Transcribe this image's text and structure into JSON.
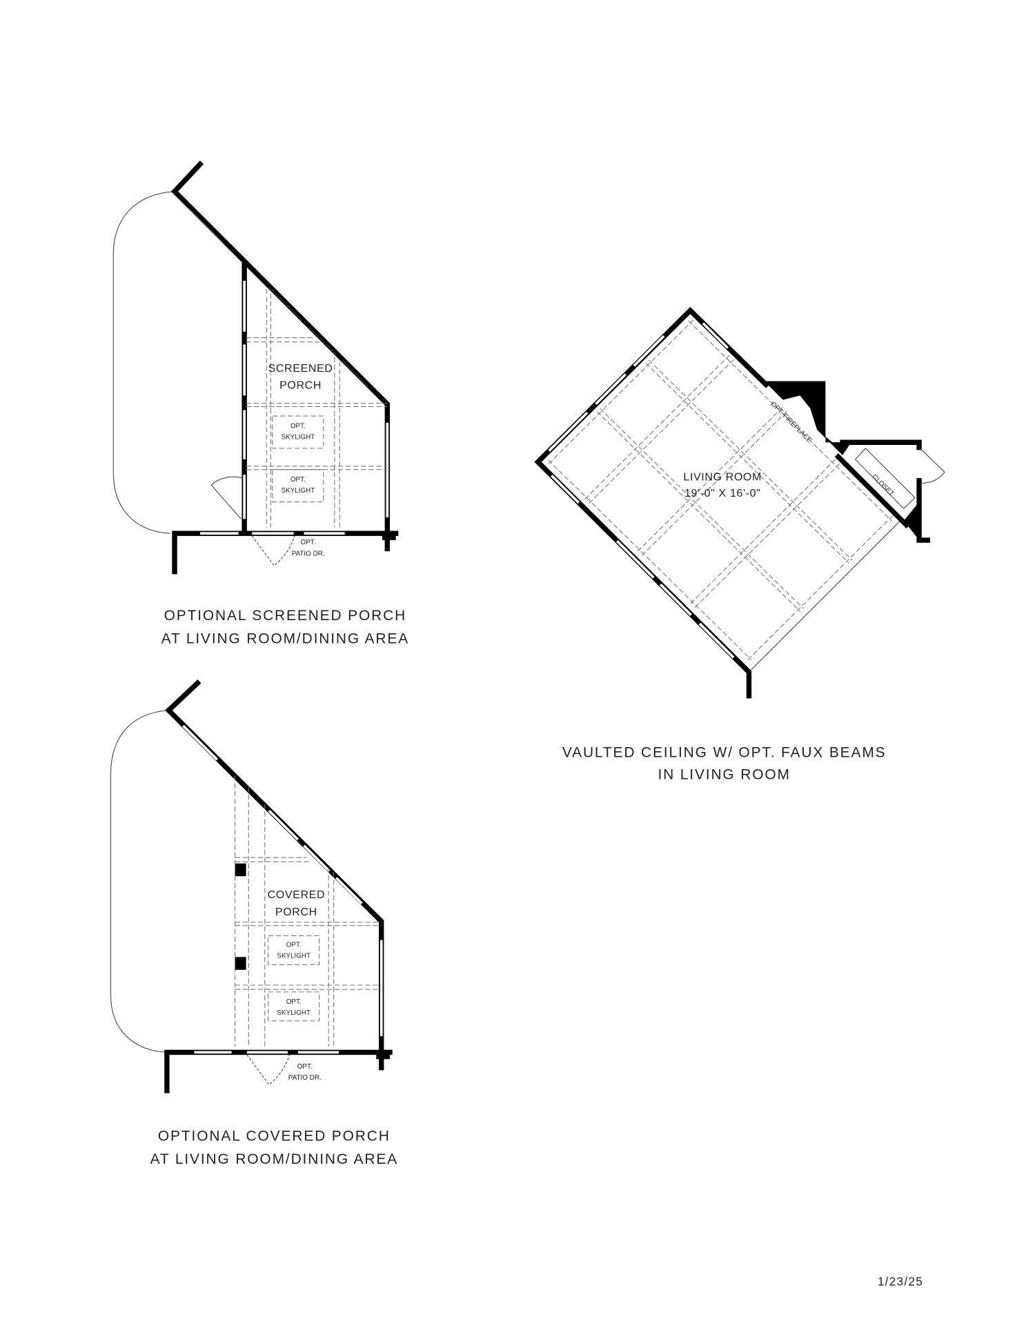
{
  "screened_porch": {
    "room_name_1": "SCREENED",
    "room_name_2": "PORCH",
    "skylight_1_line1": "OPT.",
    "skylight_1_line2": "SKYLIGHT",
    "skylight_2_line1": "OPT.",
    "skylight_2_line2": "SKYLIGHT",
    "patio_line1": "OPT.",
    "patio_line2": "PATIO DR.",
    "caption_line1": "OPTIONAL SCREENED PORCH",
    "caption_line2": "AT LIVING ROOM/DINING AREA"
  },
  "covered_porch": {
    "room_name_1": "COVERED",
    "room_name_2": "PORCH",
    "skylight_1_line1": "OPT.",
    "skylight_1_line2": "SKYLIGHT",
    "skylight_2_line1": "OPT.",
    "skylight_2_line2": "SKYLIGHT",
    "patio_line1": "OPT.",
    "patio_line2": "PATIO DR.",
    "caption_line1": "OPTIONAL COVERED PORCH",
    "caption_line2": "AT LIVING ROOM/DINING AREA"
  },
  "living_room": {
    "room_name": "LIVING ROOM",
    "dimensions": "19'-0\" X 16'-0\"",
    "fireplace_label": "OPT. FIREPLACE",
    "closet_label": "CLOSET",
    "caption_line1": "VAULTED CEILING W/ OPT. FAUX BEAMS",
    "caption_line2": "IN LIVING ROOM"
  },
  "date": "1/23/25"
}
